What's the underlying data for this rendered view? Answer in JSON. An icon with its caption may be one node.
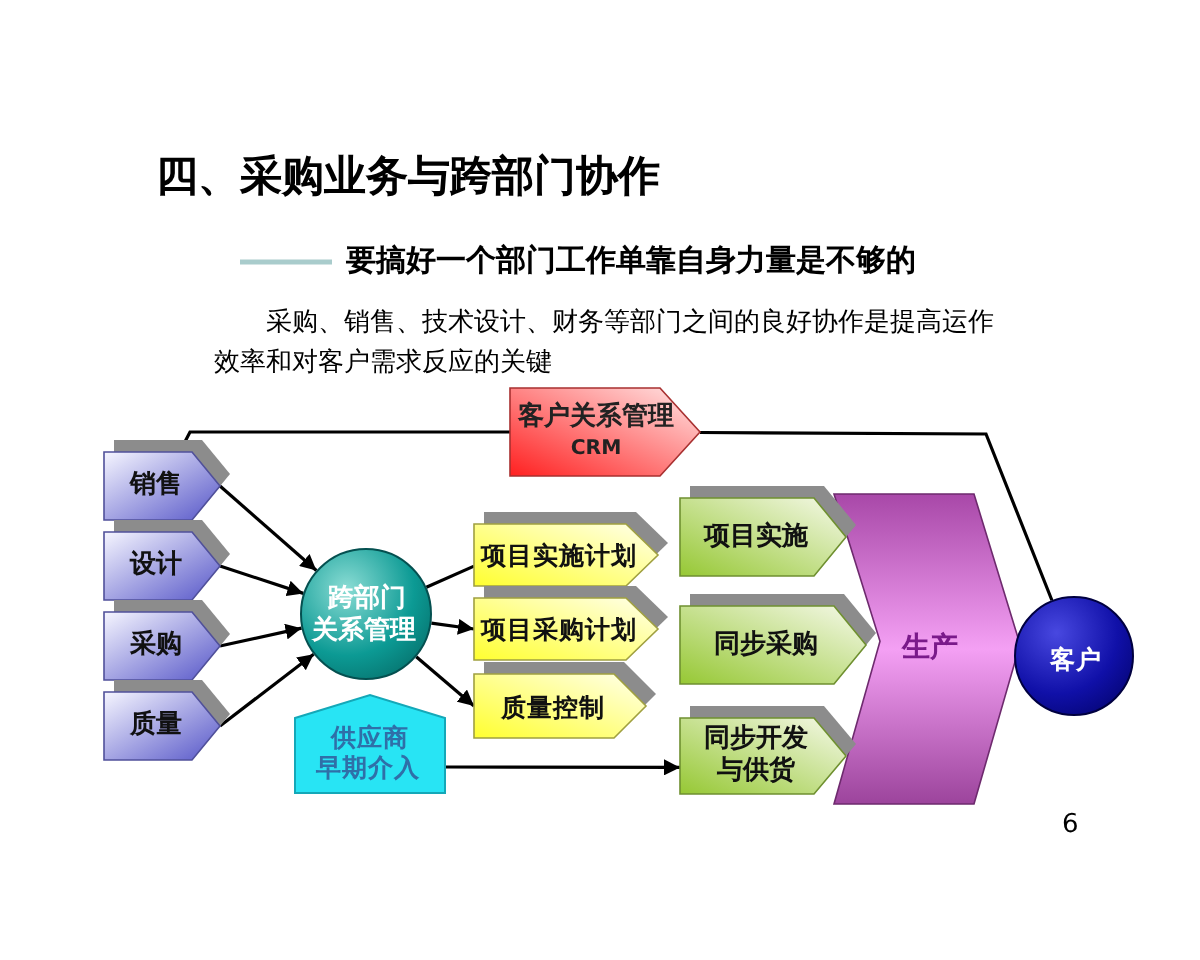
{
  "diagram": {
    "title": "四、采购业务与跨部门协作",
    "nodes": [
      {
        "text": [
          "客户关系管理",
          "CRM"
        ]
      },
      {
        "text": [
          "销售"
        ]
      },
      {
        "text": [
          "设计"
        ]
      },
      {
        "text": [
          "采购"
        ]
      },
      {
        "text": [
          "质量"
        ]
      },
      {
        "text": [
          "跨部门关系管理"
        ]
      },
      {
        "text": [
          "项目实施计划"
        ]
      },
      {
        "text": [
          "项目采购计划"
        ]
      },
      {
        "text": [
          "质量控制"
        ]
      },
      {
        "text": [
          "供应商早期介入"
        ]
      },
      {
        "text": [
          "项目实施"
        ]
      },
      {
        "text": [
          "同步采购"
        ]
      },
      {
        "text": [
          "同步开发与供货"
        ]
      },
      {
        "text": [
          "生产"
        ]
      },
      {
        "text": [
          "客户"
        ]
      }
    ],
    "edges": [
      {
        "from": 1,
        "to": 0,
        "arrow": "none"
      },
      {
        "from": 0,
        "to": 14,
        "arrow": "none"
      },
      {
        "from": 1,
        "to": 5,
        "arrow": "to"
      },
      {
        "from": 2,
        "to": 5,
        "arrow": "to"
      },
      {
        "from": 3,
        "to": 5,
        "arrow": "to"
      },
      {
        "from": 4,
        "to": 5,
        "arrow": "to"
      },
      {
        "from": 5,
        "to": 6,
        "arrow": "none"
      },
      {
        "from": 5,
        "to": 7,
        "arrow": "to"
      },
      {
        "from": 5,
        "to": 8,
        "arrow": "to"
      },
      {
        "from": 9,
        "to": 12,
        "arrow": "to"
      }
    ],
    "labels": [
      "要搞好一个部门工作单靠自身力量是不够的",
      "采购、销售、技术设计、财务等部门之间的良好协作是提高运作效率和对客户需求反应的关键",
      "6"
    ]
  }
}
